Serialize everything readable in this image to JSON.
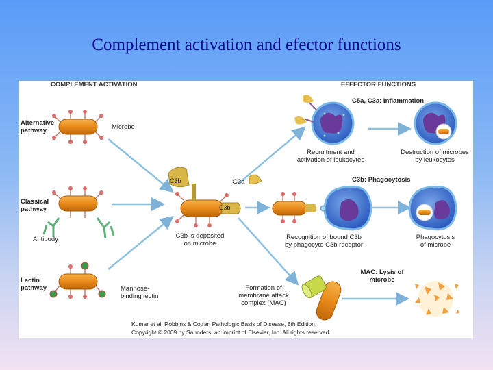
{
  "slide": {
    "title": "Complement activation and efector functions"
  },
  "figure": {
    "header_left": "COMPLEMENT ACTIVATION",
    "header_right": "EFFECTOR FUNCTIONS",
    "pathways": [
      {
        "line1": "Alternative",
        "line2": "pathway"
      },
      {
        "line1": "Classical",
        "line2": "pathway"
      },
      {
        "line1": "Lectin",
        "line2": "pathway"
      }
    ],
    "labels": {
      "microbe": "Microbe",
      "antibody": "Antibody",
      "mannose_1": "Mannose-",
      "mannose_2": "binding lectin",
      "c3b_tag": "C3b",
      "c3b_tag2": "C3b",
      "c3a": "C3a",
      "deposited_1": "C3b is deposited",
      "deposited_2": "on microbe"
    },
    "effectors": {
      "inflammation_title": "C5a, C3a: Inflammation",
      "recruit_1": "Recruitment and",
      "recruit_2": "activation of leukocytes",
      "destruct_1": "Destruction of microbes",
      "destruct_2": "by leukocytes",
      "phago_title": "C3b: Phagocytosis",
      "recog_1": "Recognition of bound C3b",
      "recog_2": "by phagocyte C3b receptor",
      "phago_1": "Phagocytosis",
      "phago_2": "of microbe",
      "mac_title_1": "MAC: Lysis of",
      "mac_title_2": "microbe",
      "mac_1": "Formation of",
      "mac_2": "membrane attack",
      "mac_3": "complex (MAC)"
    },
    "citation_1": "Kumar et al: Robbins & Cotran Pathologic Basis of Disease, 8th Edition.",
    "citation_2": "Copyright © 2009 by Saunders, an imprint of Elsevier, Inc. All rights reserved."
  }
}
